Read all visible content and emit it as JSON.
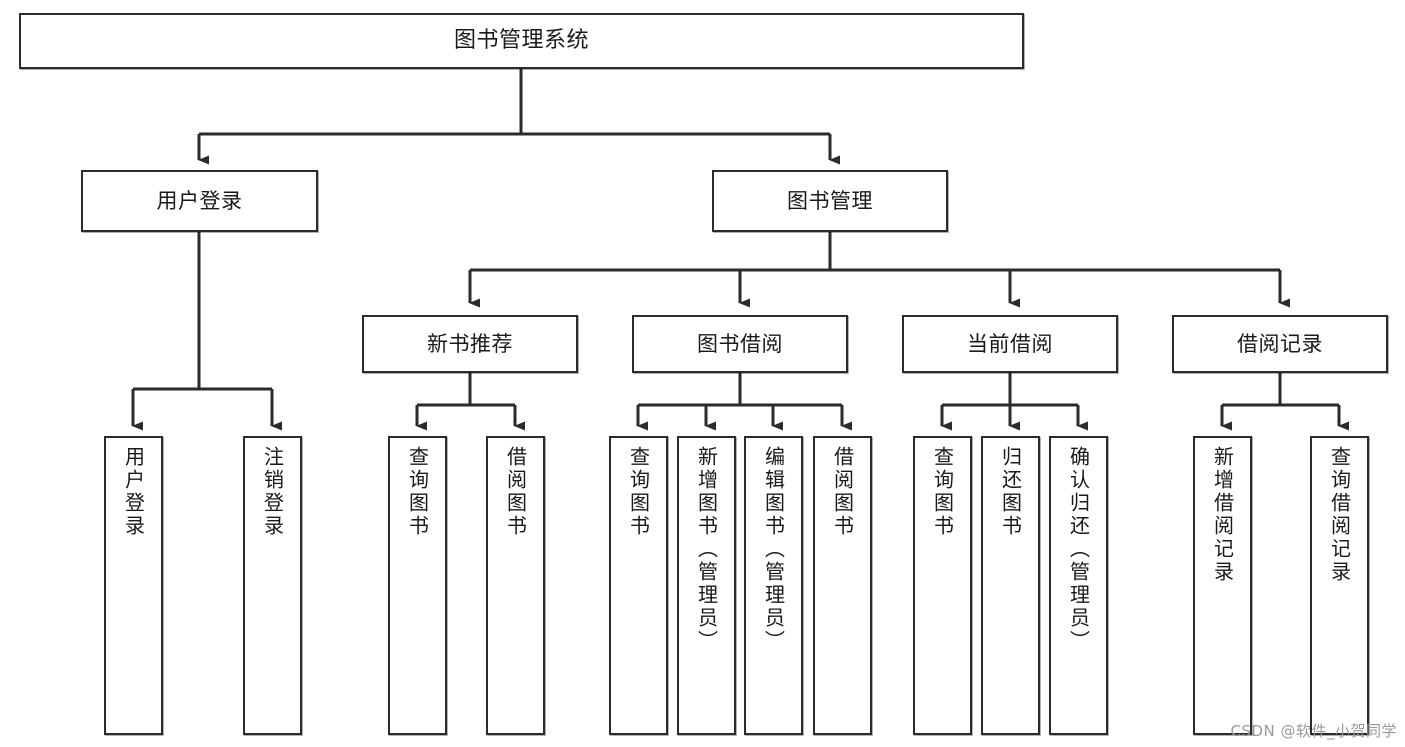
{
  "diagram": {
    "type": "tree-hierarchy",
    "title": "图书管理系统",
    "orientation": "top-down",
    "line_color": "#2b2b2b",
    "box_fill": "#ffffff",
    "text_color": "#1a1a1a",
    "nodes": {
      "root": {
        "label": "图书管理系统",
        "level": 1
      },
      "l2": [
        {
          "id": "user-login",
          "label": "用户登录",
          "level": 2
        },
        {
          "id": "book-manage",
          "label": "图书管理",
          "level": 2
        }
      ],
      "l3": [
        {
          "id": "new-book-rec",
          "label": "新书推荐",
          "level": 3,
          "parent": "book-manage"
        },
        {
          "id": "book-borrow",
          "label": "图书借阅",
          "level": 3,
          "parent": "book-manage"
        },
        {
          "id": "current-borrow",
          "label": "当前借阅",
          "level": 3,
          "parent": "book-manage"
        },
        {
          "id": "borrow-record",
          "label": "借阅记录",
          "level": 3,
          "parent": "book-manage"
        }
      ],
      "leaves": [
        {
          "id": "leaf-user-login",
          "label": "用户登录",
          "parent": "user-login"
        },
        {
          "id": "leaf-user-logout",
          "label": "注销登录",
          "parent": "user-login"
        },
        {
          "id": "leaf-query-book-rec",
          "label": "查询图书",
          "parent": "new-book-rec"
        },
        {
          "id": "leaf-borrow-book-rec",
          "label": "借阅图书",
          "parent": "new-book-rec"
        },
        {
          "id": "leaf-query-book-borrow",
          "label": "查询图书",
          "parent": "book-borrow"
        },
        {
          "id": "leaf-add-book",
          "label": "新增图书（管理员）",
          "parent": "book-borrow"
        },
        {
          "id": "leaf-edit-book",
          "label": "编辑图书（管理员）",
          "parent": "book-borrow"
        },
        {
          "id": "leaf-borrow-book",
          "label": "借阅图书",
          "parent": "book-borrow"
        },
        {
          "id": "leaf-query-book-current",
          "label": "查询图书",
          "parent": "current-borrow"
        },
        {
          "id": "leaf-return-book",
          "label": "归还图书",
          "parent": "current-borrow"
        },
        {
          "id": "leaf-confirm-return",
          "label": "确认归还（管理员）",
          "parent": "current-borrow"
        },
        {
          "id": "leaf-add-record",
          "label": "新增借阅记录",
          "parent": "borrow-record"
        },
        {
          "id": "leaf-query-record",
          "label": "查询借阅记录",
          "parent": "borrow-record"
        }
      ]
    }
  },
  "watermark": {
    "text": "CSDN @软件_小贺同学"
  }
}
